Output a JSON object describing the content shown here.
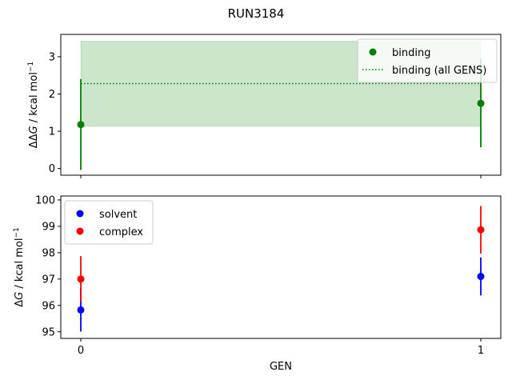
{
  "chart_data": [
    {
      "type": "scatter",
      "title": "RUN3184",
      "ylabel_prefix": "ΔΔ",
      "ylabel_italic": "G",
      "ylabel_suffix": " / kcal mol",
      "ylabel_sup": "−1",
      "x": [
        0,
        1
      ],
      "xlim": [
        -0.05,
        1.05
      ],
      "ylim": [
        -0.18,
        3.6
      ],
      "yticks": [
        0,
        1,
        2,
        3
      ],
      "series": [
        {
          "name": "binding",
          "type": "errorbar",
          "color": "#008000",
          "x": [
            0,
            1
          ],
          "y": [
            1.18,
            1.75
          ],
          "yerr": [
            1.22,
            1.18
          ]
        },
        {
          "name": "binding (all GENS)",
          "type": "hline",
          "color": "#008000",
          "y": 2.28,
          "band": [
            1.13,
            3.42
          ]
        }
      ],
      "legend": "upper right"
    },
    {
      "type": "scatter",
      "xlabel": "GEN",
      "xticks": [
        0,
        1
      ],
      "ylabel_prefix": "Δ",
      "ylabel_italic": "G",
      "ylabel_suffix": " / kcal mol",
      "ylabel_sup": "−1",
      "xlim": [
        -0.05,
        1.05
      ],
      "ylim": [
        94.75,
        100.15
      ],
      "yticks": [
        95,
        96,
        97,
        98,
        99,
        100
      ],
      "series": [
        {
          "name": "solvent",
          "type": "errorbar",
          "color": "#0000ff",
          "x": [
            0,
            1
          ],
          "y": [
            95.83,
            97.1
          ],
          "yerr": [
            0.82,
            0.72
          ]
        },
        {
          "name": "complex",
          "type": "errorbar",
          "color": "#ff0000",
          "x": [
            0,
            1
          ],
          "y": [
            97.0,
            98.87
          ],
          "yerr": [
            0.87,
            0.9
          ]
        }
      ],
      "legend": "upper left"
    }
  ]
}
